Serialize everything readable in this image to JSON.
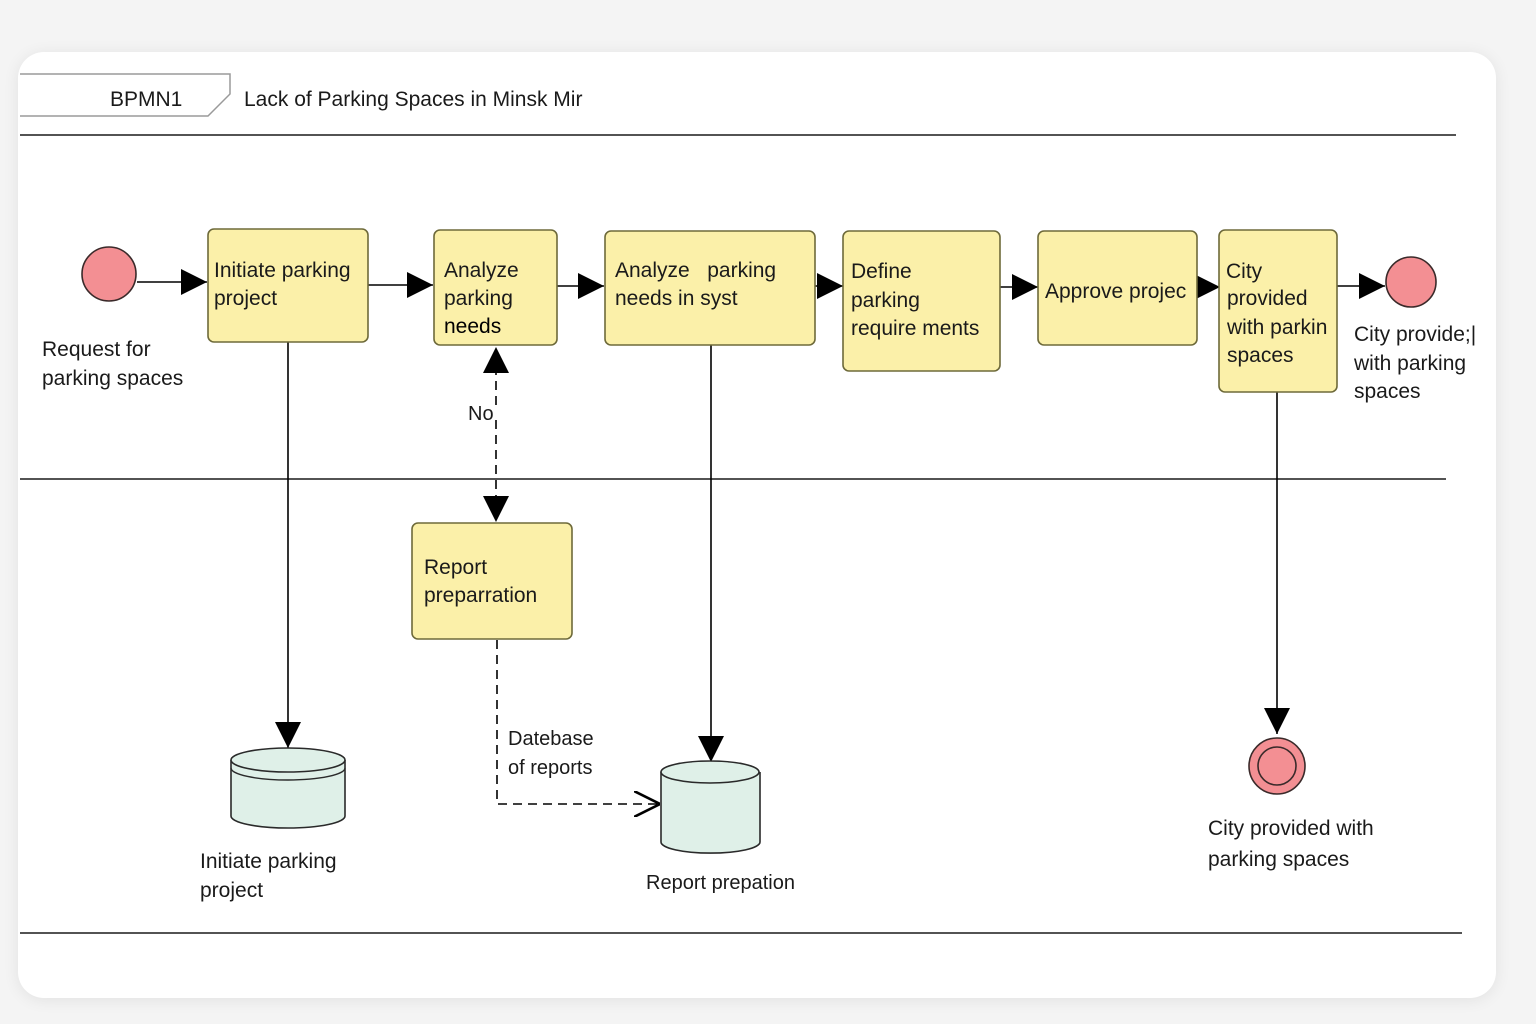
{
  "header": {
    "diagram_id": "BPMN1",
    "title": "Lack of Parking Spaces in Minsk Mir"
  },
  "colors": {
    "task_fill": "#fbf0a9",
    "task_stroke": "#6e6a3a",
    "event_fill": "#f38f93",
    "event_stroke": "#3a2a2a",
    "datastore_fill": "#dff0e8",
    "line": "#1a1a1a"
  },
  "start_event": {
    "label_line1": "Request for",
    "label_line2": "parking spaces"
  },
  "tasks": [
    {
      "line1": "Initiate parking",
      "line2": "project"
    },
    {
      "line1": "Analyze",
      "line2": "parking",
      "line3": "needs"
    },
    {
      "line1": "Analyze   parking",
      "line2": "needs in syst"
    },
    {
      "line1": "Define",
      "line2": "parking",
      "line3": "require ments"
    },
    {
      "line1": "Approve projec"
    },
    {
      "line1": "City",
      "line2": "provided",
      "line3": "with parkin",
      "line4": "spaces"
    },
    {
      "line1": "Report",
      "line2": "preparration"
    }
  ],
  "end_event_top": {
    "label_line1": "City provide;|",
    "label_line2": "with parking",
    "label_line3": "spaces"
  },
  "end_event_bottom": {
    "label_line1": "City provided with",
    "label_line2": "parking spaces"
  },
  "data_stores": [
    {
      "line1": "Initiate parking",
      "line2": "project"
    },
    {
      "line1": "Report prepation"
    }
  ],
  "flow_labels": {
    "decision_no": "No",
    "association_line1": "Datebase",
    "association_line2": "of reports"
  }
}
